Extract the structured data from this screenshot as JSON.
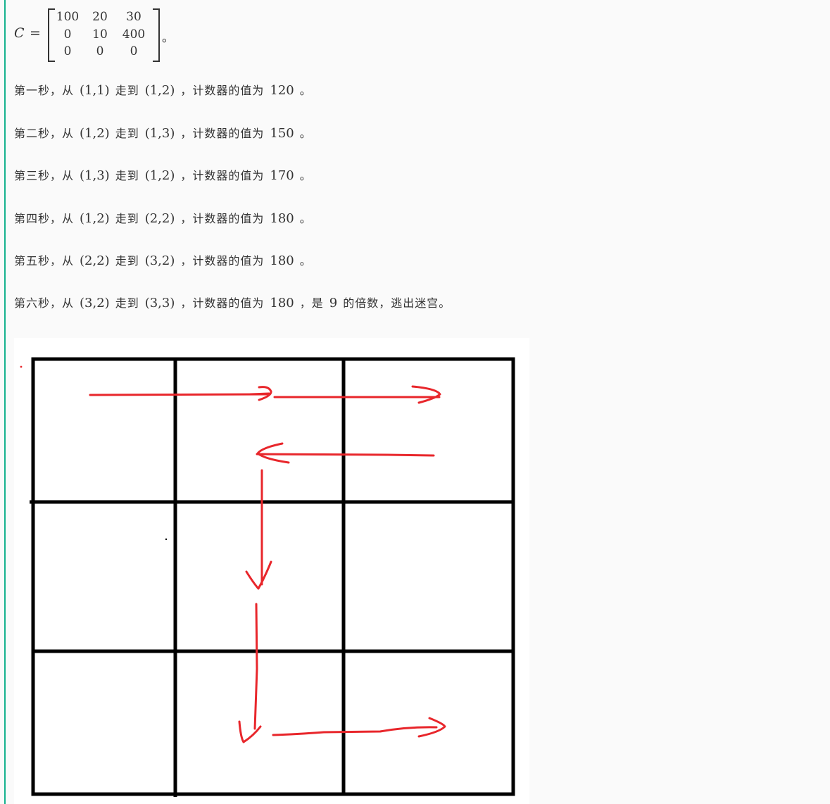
{
  "matrix": {
    "variable": "C",
    "equals": "=",
    "rows": [
      [
        "100",
        "20",
        "30"
      ],
      [
        "0",
        "10",
        "400"
      ],
      [
        "0",
        "0",
        "0"
      ]
    ],
    "end_punct": "。"
  },
  "steps": [
    {
      "prefix": "第一秒，从",
      "from": "(1,1)",
      "mid": "走到",
      "to": "(1,2)",
      "suffix": "，计数器的值为",
      "value": "120",
      "tail": "。",
      "extra_num": "",
      "extra_tail": ""
    },
    {
      "prefix": "第二秒，从",
      "from": "(1,2)",
      "mid": "走到",
      "to": "(1,3)",
      "suffix": "，计数器的值为",
      "value": "150",
      "tail": "。",
      "extra_num": "",
      "extra_tail": ""
    },
    {
      "prefix": "第三秒，从",
      "from": "(1,3)",
      "mid": "走到",
      "to": "(1,2)",
      "suffix": "，计数器的值为",
      "value": "170",
      "tail": "。",
      "extra_num": "",
      "extra_tail": ""
    },
    {
      "prefix": "第四秒，从",
      "from": "(1,2)",
      "mid": "走到",
      "to": "(2,2)",
      "suffix": "，计数器的值为",
      "value": "180",
      "tail": "。",
      "extra_num": "",
      "extra_tail": ""
    },
    {
      "prefix": "第五秒，从",
      "from": "(2,2)",
      "mid": "走到",
      "to": "(3,2)",
      "suffix": "，计数器的值为",
      "value": "180",
      "tail": "。",
      "extra_num": "",
      "extra_tail": ""
    },
    {
      "prefix": "第六秒，从",
      "from": "(3,2)",
      "mid": "走到",
      "to": "(3,3)",
      "suffix": "，计数器的值为",
      "value": "180",
      "tail": "，是",
      "extra_num": "9",
      "extra_tail": "的倍数，逃出迷宫。"
    }
  ],
  "colors": {
    "accent_bar": "#16b28e",
    "arrow": "#e8262b",
    "grid": "#000000",
    "text": "#333333"
  },
  "figure": {
    "grid_rows": 3,
    "grid_cols": 3,
    "path_moves": [
      {
        "from": [
          1,
          1
        ],
        "to": [
          1,
          2
        ]
      },
      {
        "from": [
          1,
          2
        ],
        "to": [
          1,
          3
        ]
      },
      {
        "from": [
          1,
          3
        ],
        "to": [
          1,
          2
        ]
      },
      {
        "from": [
          1,
          2
        ],
        "to": [
          2,
          2
        ]
      },
      {
        "from": [
          2,
          2
        ],
        "to": [
          3,
          2
        ]
      },
      {
        "from": [
          3,
          2
        ],
        "to": [
          3,
          3
        ]
      }
    ]
  }
}
